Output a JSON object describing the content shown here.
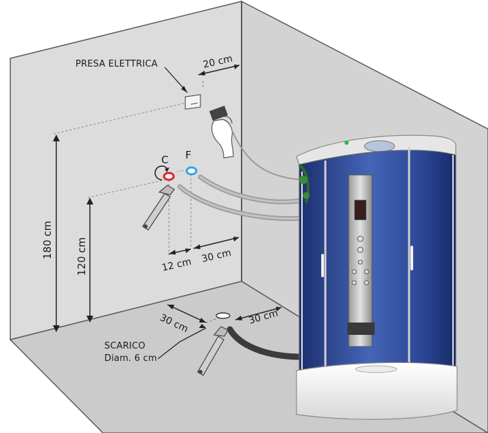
{
  "labels": {
    "electrical_outlet": "PRESA ELETTRICA",
    "hot": "C",
    "cold": "F",
    "drain_line1": "SCARICO",
    "drain_line2": "Diam. 6 cm"
  },
  "dimensions": {
    "outlet_offset": "20 cm",
    "outlet_height": "180 cm",
    "taps_height": "120 cm",
    "taps_spacing": "12 cm",
    "taps_offset": "30 cm",
    "drain_left": "30 cm",
    "drain_right": "30 cm"
  },
  "colors": {
    "wall": "#d9d9d9",
    "floor": "#cfcfcf",
    "edge": "#5a5a5a",
    "hot": "#e2202a",
    "cold": "#2ea7e0",
    "glass": "#2b4a9a",
    "hose": "#9a9a9a",
    "drain_hose": "#3c3c3c"
  }
}
